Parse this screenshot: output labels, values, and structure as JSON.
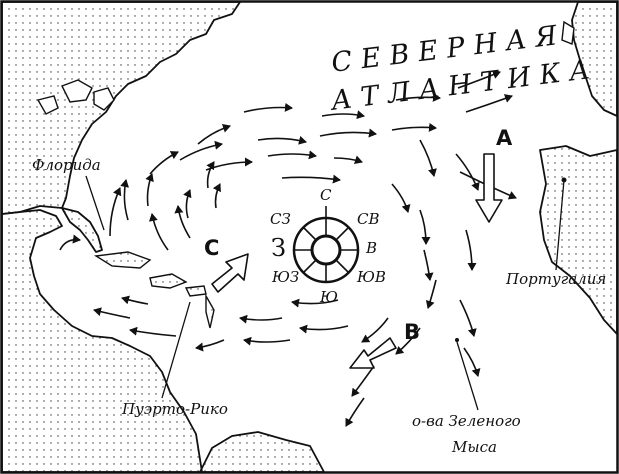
{
  "map": {
    "title_line1": "СЕВЕРНАЯ",
    "title_line2": "АТЛАНТИКА",
    "places": {
      "florida": "Флорида",
      "portugal": "Португалия",
      "puerto_rico": "Пуэрто-Рико",
      "cape_verde_line1": "о-ва Зеленого",
      "cape_verde_line2": "Мыса"
    },
    "markers": {
      "a": "А",
      "b": "В",
      "c": "С"
    },
    "compass": {
      "n": "С",
      "ne": "СВ",
      "e": "В",
      "se": "ЮВ",
      "s": "Ю",
      "sw": "ЮЗ",
      "w": "З",
      "nw": "СЗ"
    },
    "colors": {
      "ink": "#111111",
      "land": "#ffffff",
      "water": "#ffffff"
    }
  }
}
